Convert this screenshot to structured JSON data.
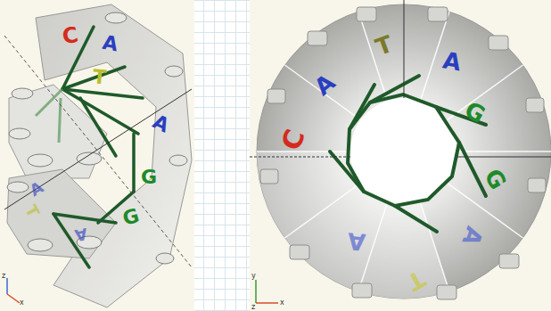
{
  "diagram": {
    "labels": [
      "C",
      "A",
      "T",
      "A",
      "G",
      "G",
      "A",
      "T",
      "A",
      "T",
      "A",
      "G",
      "G",
      "A",
      "T",
      "A",
      "C",
      "A",
      "z",
      "x",
      "y",
      "z",
      "x"
    ]
  }
}
